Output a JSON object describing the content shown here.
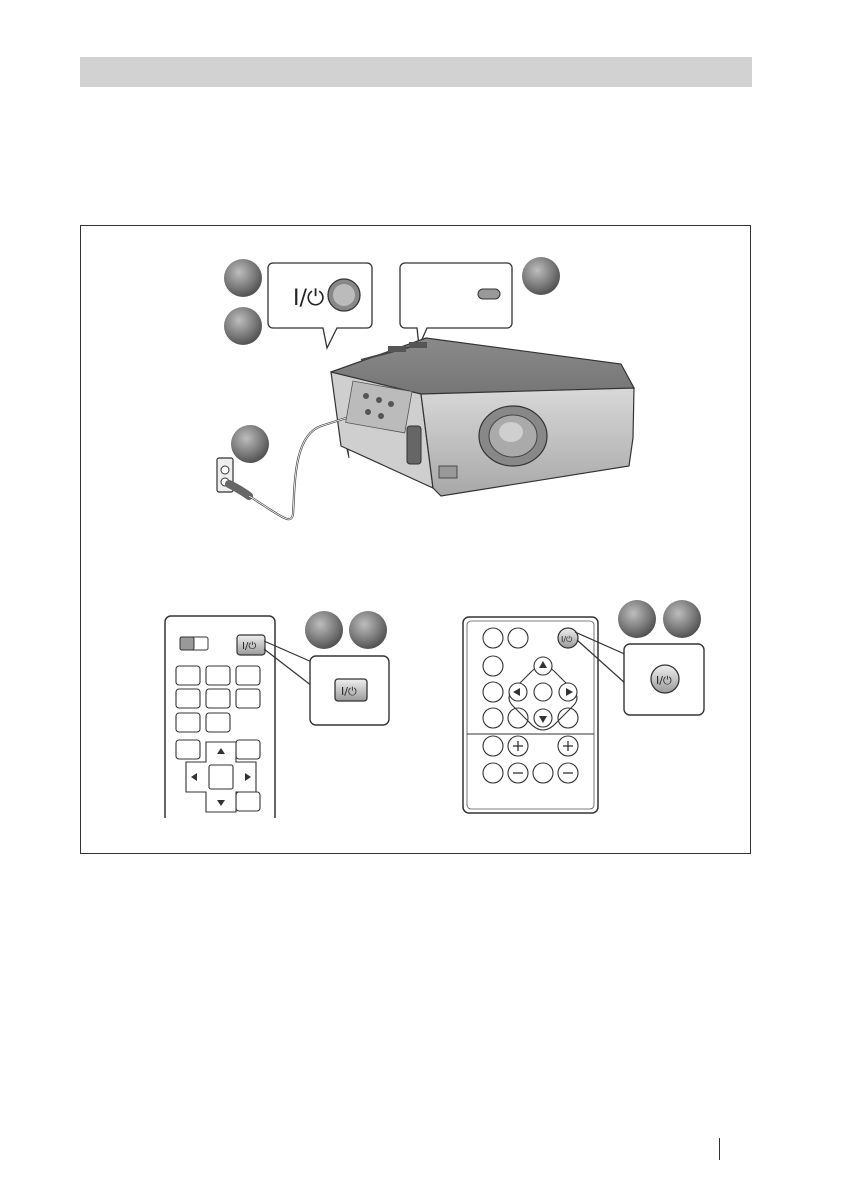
{
  "header": {
    "bar_color": "#d2d2d2"
  },
  "figure": {
    "callout_power_symbol": "I/⏻",
    "remote_left_power_symbol": "I/⏻",
    "remote_right_power_symbol": "I/⏻",
    "step_marker_color": "#7a7a7a",
    "icons": [
      "power-button-icon",
      "indicator-lamp-icon",
      "wall-outlet-icon",
      "projector-icon",
      "remote-control-icon"
    ]
  }
}
